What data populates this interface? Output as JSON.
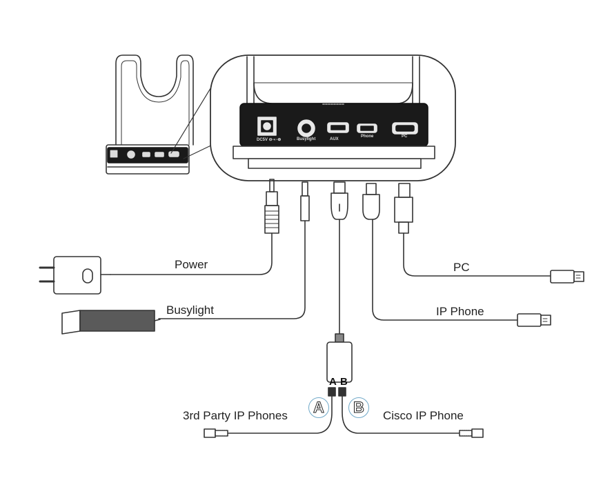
{
  "labels": {
    "power": "Power",
    "busylight": "Busylight",
    "pc": "PC",
    "ip_phone": "IP Phone",
    "third_party": "3rd Party IP Phones",
    "cisco": "Cisco IP Phone",
    "splitter_a": "A",
    "splitter_b": "B",
    "badge_a": "A",
    "badge_b": "B"
  },
  "port_labels": {
    "dc": "DC5V ⊖-◐-⊕",
    "busylight": "Busylight",
    "aux": "AUX",
    "phone": "Phone",
    "pc": "PC"
  }
}
